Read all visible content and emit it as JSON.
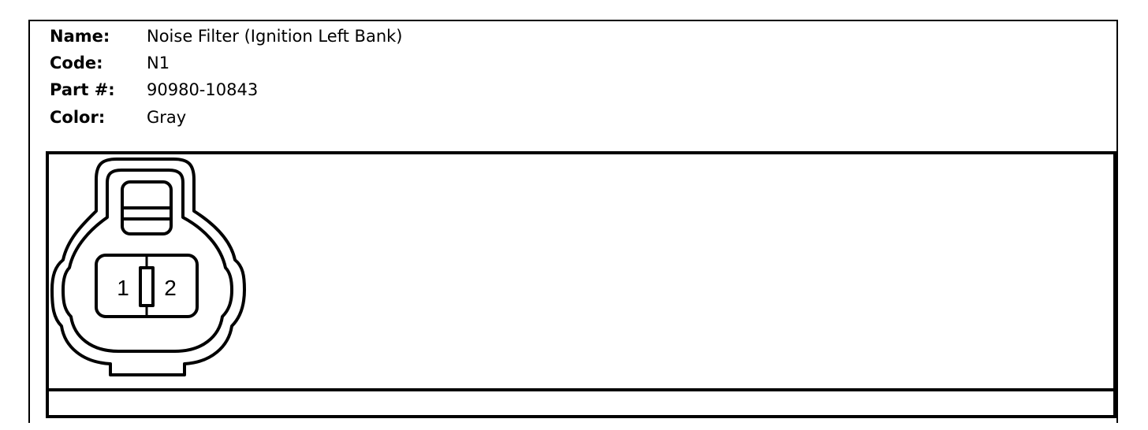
{
  "connector": {
    "name_label": "Name:",
    "name": "Noise Filter (Ignition Left Bank)",
    "code_label": "Code:",
    "code": "N1",
    "part_label": "Part #:",
    "part_number": "90980-10843",
    "color_label": "Color:",
    "color": "Gray"
  },
  "diagram": {
    "pins": [
      {
        "label": "1"
      },
      {
        "label": "2"
      }
    ]
  }
}
